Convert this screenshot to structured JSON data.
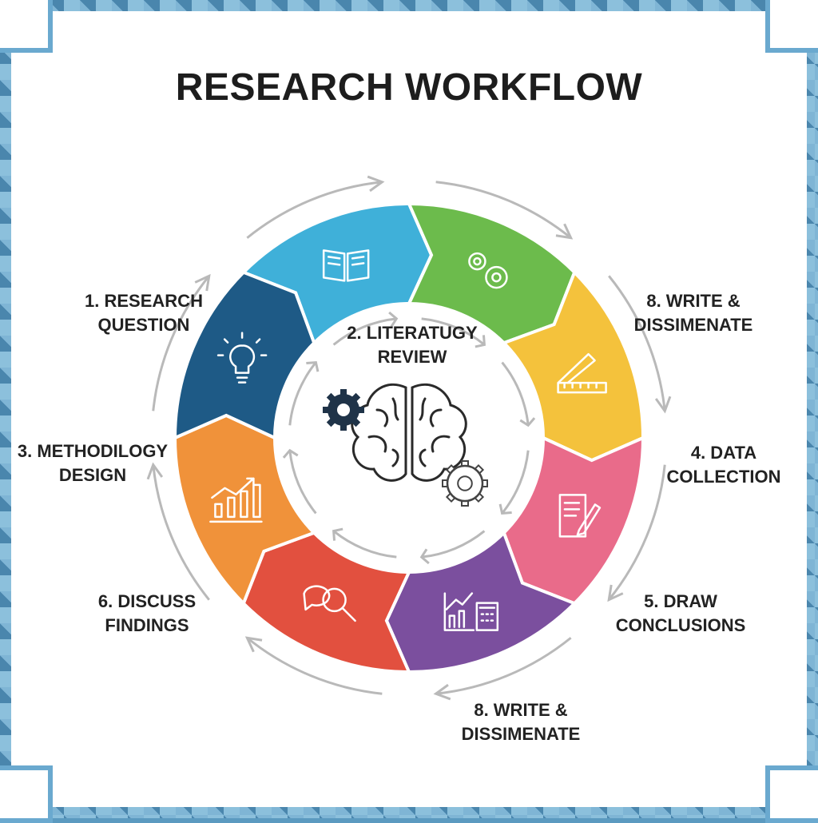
{
  "title": "RESEARCH WORKFLOW",
  "segments": [
    {
      "name": "literature-review",
      "color": "#3fb0d9",
      "icon": "book-icon"
    },
    {
      "name": "methodology",
      "color": "#6cbb4c",
      "icon": "gears-icon"
    },
    {
      "name": "data-collection",
      "color": "#f4c23c",
      "icon": "ruler-icon"
    },
    {
      "name": "write",
      "color": "#e96b8a",
      "icon": "document-pen-icon"
    },
    {
      "name": "conclusions",
      "color": "#7b4f9e",
      "icon": "chart-calculator-icon"
    },
    {
      "name": "discuss",
      "color": "#e2503f",
      "icon": "chat-search-icon"
    },
    {
      "name": "analysis",
      "color": "#f0923a",
      "icon": "bar-chart-icon"
    },
    {
      "name": "research-question",
      "color": "#1e5a86",
      "icon": "lightbulb-icon"
    }
  ],
  "labels": [
    {
      "line1": "1. RESEARCH",
      "line2": "QUESTION"
    },
    {
      "line1": "2. LITERATUGY",
      "line2": "REVIEW"
    },
    {
      "line1": "8. WRITE &",
      "line2": "DISSIMENATE"
    },
    {
      "line1": "3. METHODILOGY",
      "line2": "DESIGN"
    },
    {
      "line1": "4. DATA",
      "line2": "COLLECTION"
    },
    {
      "line1": "6. DISCUSS",
      "line2": "FINDINGS"
    },
    {
      "line1": "5. DRAW",
      "line2": "CONCLUSIONS"
    },
    {
      "line1": "8. WRITE &",
      "line2": "DISSIMENATE"
    }
  ],
  "center_icon": "brain-gears-icon"
}
